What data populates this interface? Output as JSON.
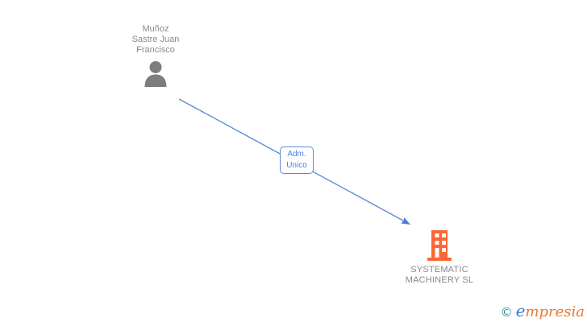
{
  "diagram": {
    "person_node": {
      "name_line1": "Muñoz",
      "name_line2": "Sastre Juan",
      "name_line3": "Francisco",
      "icon": "person-icon"
    },
    "edge": {
      "label_line1": "Adm.",
      "label_line2": "Unico",
      "direction": "person-to-company"
    },
    "company_node": {
      "name_line1": "SYSTEMATIC",
      "name_line2": "MACHINERY SL",
      "icon": "building-icon"
    },
    "colors": {
      "edge_blue": "#5b8bd8",
      "edge_label_text": "#4a80d4",
      "node_text_gray": "#8a8a8a",
      "person_icon_gray": "#7d7d7d",
      "building_orange": "#ff6633",
      "logo_teal": "#2e8b9a",
      "logo_blue": "#3a7cc0",
      "logo_orange": "#e8792e"
    }
  },
  "watermark": {
    "copyright_symbol": "©",
    "brand_initial": "e",
    "brand_rest": "mpresia"
  }
}
